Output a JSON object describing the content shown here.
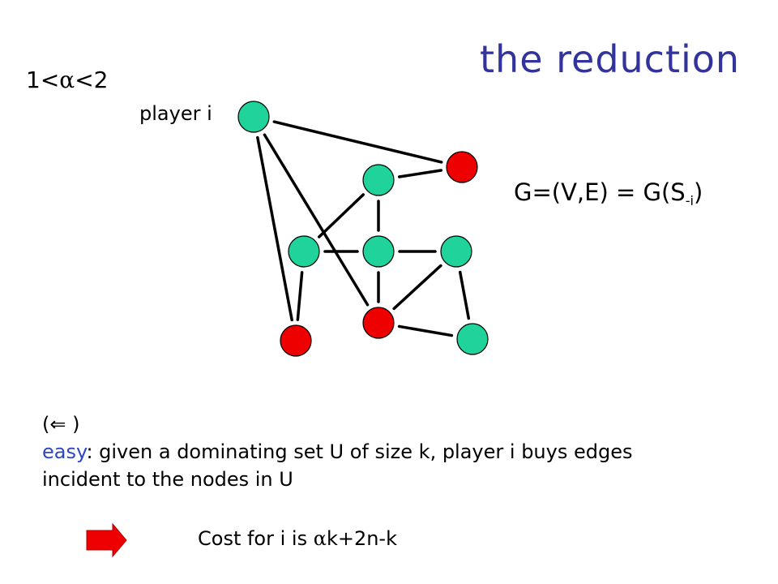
{
  "slide": {
    "title": "the reduction",
    "alpha_range": {
      "prefix": "1<",
      "symbol": "α",
      "suffix": "<2"
    },
    "player_label": "player i",
    "graph_label": {
      "text": "G=(V,E) = G(S",
      "sub": "-i",
      "close": ")"
    },
    "direction": {
      "open": "(",
      "symbol": "⇐",
      "close": " )"
    },
    "easy_word": "easy",
    "body_text": ": given a dominating set U of size k, player i buys edges incident to the nodes in U",
    "cost": {
      "prefix": "Cost for i is ",
      "symbol": "α",
      "suffix": "k+2n-k"
    }
  },
  "colors": {
    "title": "#33339c",
    "easy": "#2b47c6",
    "green_node": "#1fd39b",
    "red_node": "#ee0000",
    "arrow": "#ee0000"
  },
  "graph": {
    "nodes": [
      {
        "id": "player-i",
        "color": "green"
      },
      {
        "id": "top-right",
        "color": "red"
      },
      {
        "id": "upper-mid",
        "color": "green"
      },
      {
        "id": "mid-left",
        "color": "green"
      },
      {
        "id": "mid-center",
        "color": "green"
      },
      {
        "id": "mid-right",
        "color": "green"
      },
      {
        "id": "bottom-left",
        "color": "red"
      },
      {
        "id": "bottom-center",
        "color": "red"
      },
      {
        "id": "bottom-right",
        "color": "green"
      }
    ],
    "edges": [
      [
        "player-i",
        "top-right"
      ],
      [
        "player-i",
        "bottom-left"
      ],
      [
        "player-i",
        "bottom-center"
      ],
      [
        "upper-mid",
        "top-right"
      ],
      [
        "upper-mid",
        "mid-left"
      ],
      [
        "upper-mid",
        "mid-center"
      ],
      [
        "mid-left",
        "mid-center"
      ],
      [
        "mid-center",
        "mid-right"
      ],
      [
        "mid-left",
        "bottom-left"
      ],
      [
        "mid-center",
        "bottom-center"
      ],
      [
        "mid-right",
        "bottom-center"
      ],
      [
        "mid-right",
        "bottom-right"
      ],
      [
        "bottom-center",
        "bottom-right"
      ]
    ]
  }
}
